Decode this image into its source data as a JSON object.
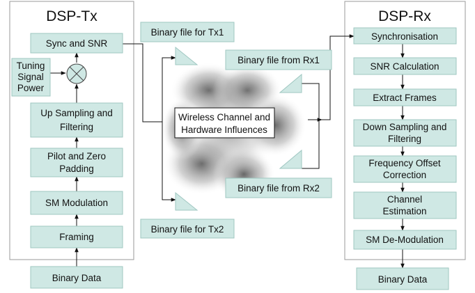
{
  "colors": {
    "box_fill": "#cfe8e4",
    "box_stroke": "#9fc7c1",
    "line": "#111111",
    "panel_stroke": "#9a9a9a",
    "cloud": "#5a5a5a"
  },
  "tx": {
    "title": "DSP-Tx",
    "sync_snr": "Sync and SNR",
    "tuning": [
      "Tuning",
      "Signal",
      "Power"
    ],
    "upsampling": [
      "Up Sampling and",
      "Filtering"
    ],
    "pilot": [
      "Pilot and Zero",
      "Padding"
    ],
    "sm_modulation": "SM Modulation",
    "framing": "Framing",
    "binary_data": "Binary Data"
  },
  "channel": {
    "label": [
      "Wireless Channel and",
      "Hardware Influences"
    ],
    "file_tx1": "Binary file for Tx1",
    "file_tx2": "Binary file for Tx2",
    "file_rx1": "Binary file from Rx1",
    "file_rx2": "Binary file from Rx2"
  },
  "rx": {
    "title": "DSP-Rx",
    "synchronisation": "Synchronisation",
    "snr_calc": "SNR Calculation",
    "extract_frames": "Extract Frames",
    "downsampling": [
      "Down Sampling and",
      "Filtering"
    ],
    "freq_offset": [
      "Frequency Offset",
      "Correction"
    ],
    "channel_est": [
      "Channel",
      "Estimation"
    ],
    "sm_demod": "SM De-Modulation",
    "binary_data": "Binary Data"
  }
}
